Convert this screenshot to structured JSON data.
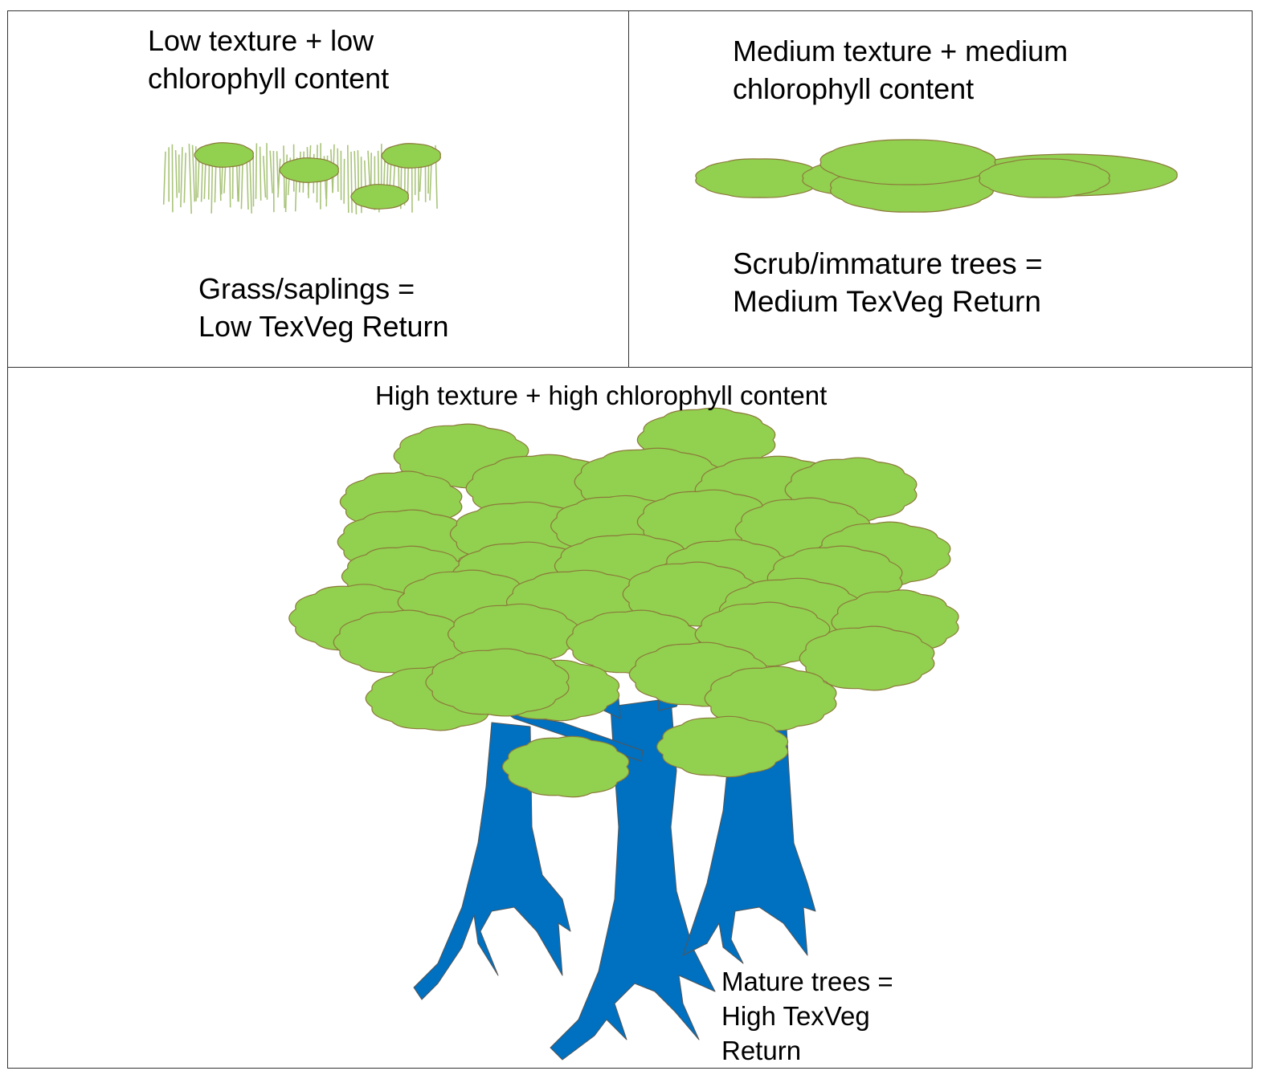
{
  "panels": {
    "low": {
      "heading_line1": "Low texture + low",
      "heading_line2": "chlorophyll content",
      "result_line1": "Grass/saplings =",
      "result_line2": "Low TexVeg Return"
    },
    "medium": {
      "heading_line1": "Medium texture + medium",
      "heading_line2": "chlorophyll content",
      "result_line1": "Scrub/immature trees =",
      "result_line2": "Medium TexVeg Return"
    },
    "high": {
      "heading": "High texture + high chlorophyll content",
      "result_line1": "Mature trees =",
      "result_line2": "High TexVeg",
      "result_line3": "Return"
    }
  },
  "colors": {
    "foliage_fill": "#92d050",
    "foliage_stroke": "#8b7a3a",
    "trunk_fill": "#0070c0",
    "grass_stroke": "#a9c47a",
    "border": "#333333"
  }
}
